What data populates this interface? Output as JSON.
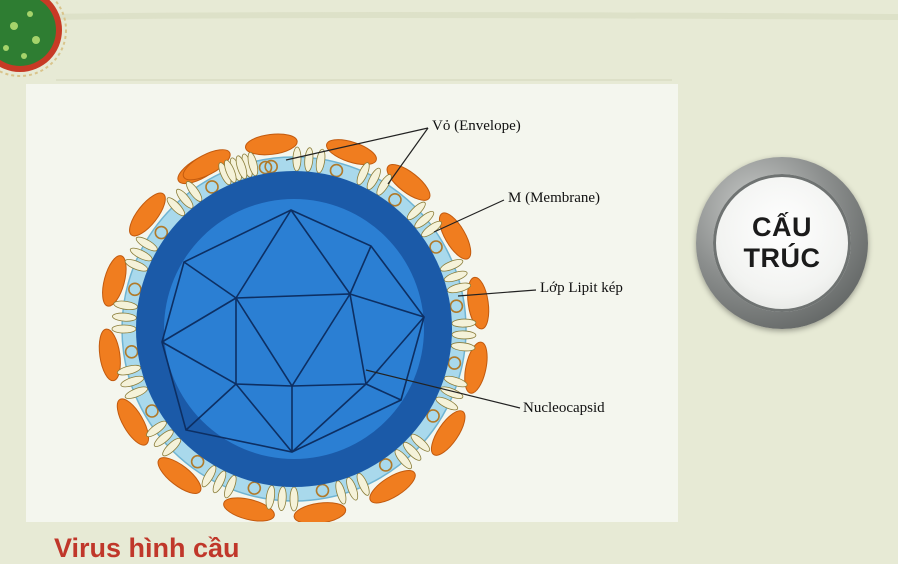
{
  "diagram": {
    "labels": {
      "envelope": "Vỏ (Envelope)",
      "membrane": "M (Membrane)",
      "lipid_bilayer": "Lớp Lipit kép",
      "nucleocapsid": "Nucleocapsid"
    },
    "colors": {
      "envelope_protein": "#f07d1f",
      "lipid_layer": "#a9d9ec",
      "nucleocapsid_outer": "#1b5aa8",
      "nucleocapsid_core": "#2b7fd3",
      "membrane_protein": "#f5f2d9"
    }
  },
  "button": {
    "line1": "CẤU",
    "line2": "TRÚC"
  },
  "caption": "Virus hình cầu",
  "icons": {
    "corner_logo": "virus-logo-icon"
  }
}
